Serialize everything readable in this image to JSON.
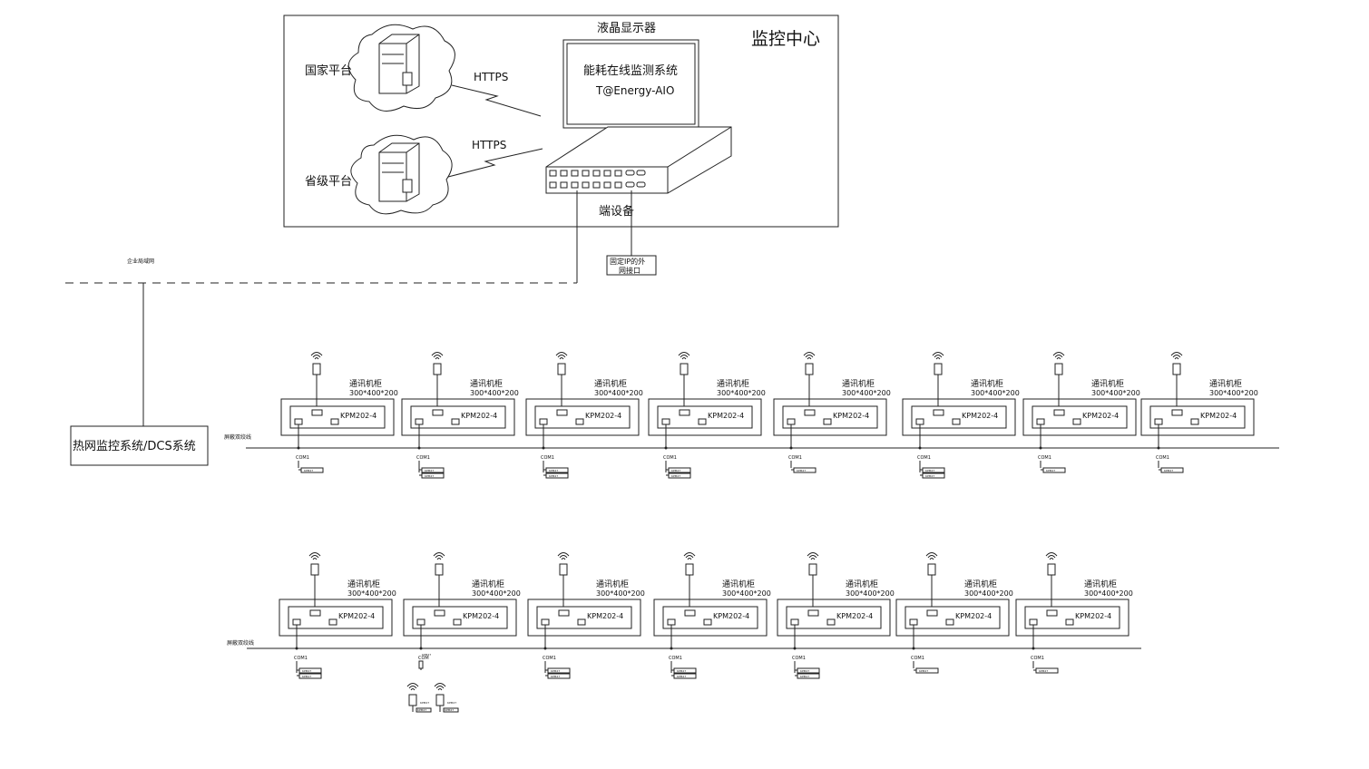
{
  "monitoring_center": {
    "title": "监控中心",
    "lcd_label": "液晶显示器",
    "screen_line1": "能耗在线监测系统",
    "screen_line2": "T@Energy-AIO",
    "terminal_label": "端设备",
    "national_platform": "国家平台",
    "provincial_platform": "省级平台",
    "protocol_top": "HTTPS",
    "protocol_bottom": "HTTPS"
  },
  "fixed_ip_label_line1": "固定IP的外",
  "fixed_ip_label_line2": "网接口",
  "enterprise_lan_label": "企业局域网",
  "dcs_system_label": "热网监控系统/DCS系统",
  "bus_label_row1": "屏蔽双绞线",
  "bus_label_row2": "屏蔽双绞线",
  "cabinet": {
    "title": "通讯机柜",
    "size": "300*400*200",
    "device_model": "KPM202-4",
    "port_label": "COM1",
    "port_label_alt": "COM",
    "meter_label": "KPM27"
  },
  "row1_cabinets": [
    {
      "meters": 1
    },
    {
      "meters": 2
    },
    {
      "meters": 2
    },
    {
      "meters": 2
    },
    {
      "meters": 1
    },
    {
      "meters": 2
    },
    {
      "meters": 1
    },
    {
      "meters": 1
    }
  ],
  "row2_cabinets": [
    {
      "meters": 2
    },
    {
      "meters": 0,
      "wireless_meters": 2
    },
    {
      "meters": 2
    },
    {
      "meters": 2
    },
    {
      "meters": 2
    },
    {
      "meters": 1
    },
    {
      "meters": 1
    }
  ]
}
